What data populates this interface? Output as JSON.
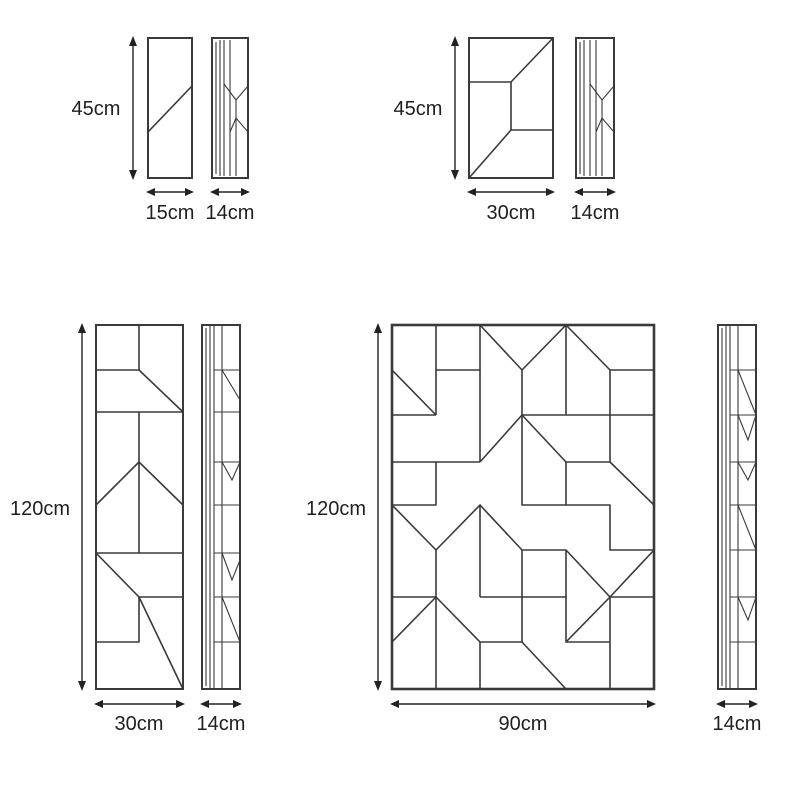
{
  "figure": {
    "colors": {
      "line": "#3a3a3a",
      "text": "#1f1f1f",
      "background": "#ffffff"
    },
    "panels": [
      {
        "id": "small-narrow",
        "height_label": "45cm",
        "width_label": "15cm",
        "depth_label": "14cm"
      },
      {
        "id": "small-wide",
        "height_label": "45cm",
        "width_label": "30cm",
        "depth_label": "14cm"
      },
      {
        "id": "tall-narrow",
        "height_label": "120cm",
        "width_label": "30cm",
        "depth_label": "14cm"
      },
      {
        "id": "tall-wide",
        "height_label": "120cm",
        "width_label": "90cm",
        "depth_label": "14cm"
      }
    ]
  }
}
